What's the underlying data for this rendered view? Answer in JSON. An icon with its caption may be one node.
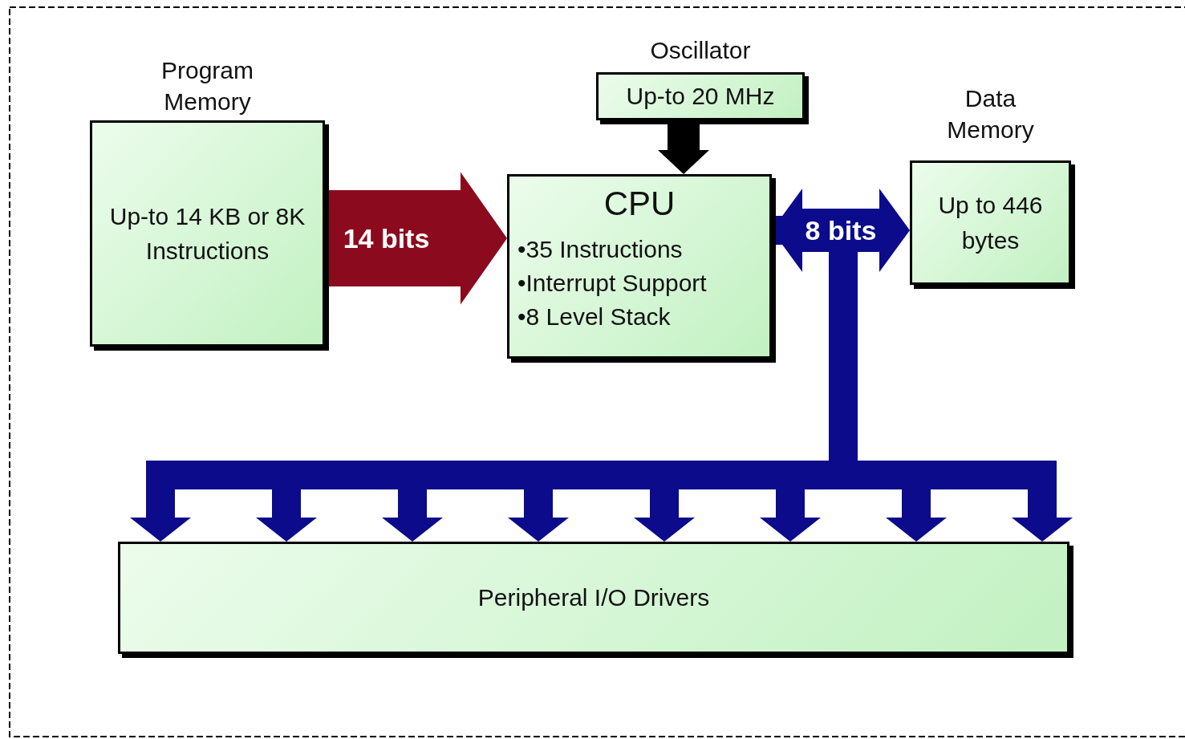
{
  "diagram": {
    "nodes": [
      {
        "text": [
          "Program Memory",
          "Up-to 14 KB or 8K Instructions"
        ]
      },
      {
        "text": [
          "Oscillator",
          "Up-to 20 MHz"
        ]
      },
      {
        "text": [
          "CPU",
          "•35 Instructions",
          "•Interrupt Support",
          "•8 Level Stack"
        ]
      },
      {
        "text": [
          "Data Memory",
          "Up to 446 bytes"
        ]
      },
      {
        "text": [
          "Peripheral I/O Drivers"
        ]
      }
    ],
    "edges": [
      {
        "from": 0,
        "to": 2,
        "arrow": "to",
        "label": "14 bits",
        "style": "thick",
        "color": "#8c0a1e"
      },
      {
        "from": 1,
        "to": 2,
        "arrow": "to",
        "color": "#000000"
      },
      {
        "from": 2,
        "to": 3,
        "arrow": "both",
        "label": "8 bits"
      },
      {
        "from": 2,
        "to": 4,
        "arrow": "to"
      },
      {
        "from": 2,
        "to": 4,
        "arrow": "to"
      },
      {
        "from": 2,
        "to": 4,
        "arrow": "to"
      },
      {
        "from": 2,
        "to": 4,
        "arrow": "to"
      },
      {
        "from": 2,
        "to": 4,
        "arrow": "to"
      },
      {
        "from": 2,
        "to": 4,
        "arrow": "to"
      },
      {
        "from": 2,
        "to": 4,
        "arrow": "to"
      },
      {
        "from": 2,
        "to": 4,
        "arrow": "to"
      }
    ]
  }
}
